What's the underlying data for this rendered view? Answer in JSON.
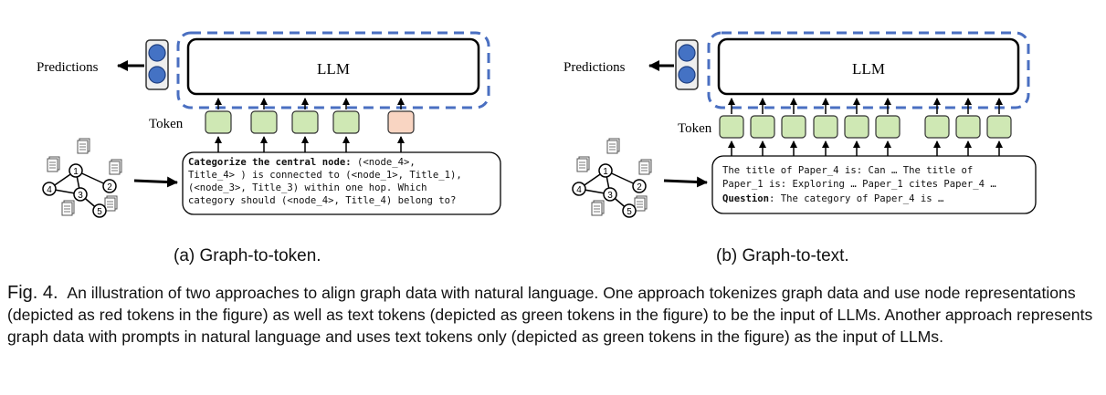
{
  "panel_a": {
    "llm_label": "LLM",
    "predictions_label": "Predictions",
    "token_label": "Token",
    "prompt_lines": [
      {
        "bold": "Categorize the central node:",
        "text": " (<node_4>,"
      },
      {
        "bold": "",
        "text": "Title_4> ) is connected to (<node_1>, Title_1),"
      },
      {
        "bold": "",
        "text": "(<node_3>, Title_3) within one hop. Which"
      },
      {
        "bold": "",
        "text": "category should (<node_4>, Title_4) belong to?"
      }
    ],
    "subcaption": "(a) Graph-to-token."
  },
  "panel_b": {
    "llm_label": "LLM",
    "predictions_label": "Predictions",
    "token_label": "Token",
    "prompt_lines": [
      {
        "bold": "",
        "text": "The title of Paper_4 is: Can …  The title of"
      },
      {
        "bold": "",
        "text": "Paper_1 is: Exploring …  Paper_1 cites Paper_4 …"
      },
      {
        "bold": "Question",
        "text": ": The category of Paper_4 is …"
      }
    ],
    "subcaption": "(b) Graph-to-text."
  },
  "graph_nodes": [
    "1",
    "2",
    "3",
    "4",
    "5"
  ],
  "colors": {
    "token_green": "#cfe8b4",
    "token_red": "#f9d5c2",
    "prediction_blue": "#4472c4",
    "dashed_border": "#4a6fc1"
  },
  "caption": {
    "label": "Fig. 4.",
    "text": "An illustration of two approaches to align graph data with natural language. One approach tokenizes graph data and use node representations (depicted as red tokens in the figure) as well as text tokens (depicted as green tokens in the figure) to be the input of LLMs. Another approach represents graph data with prompts in natural language and uses text tokens only (depicted as green tokens in the figure) as the input of LLMs."
  }
}
